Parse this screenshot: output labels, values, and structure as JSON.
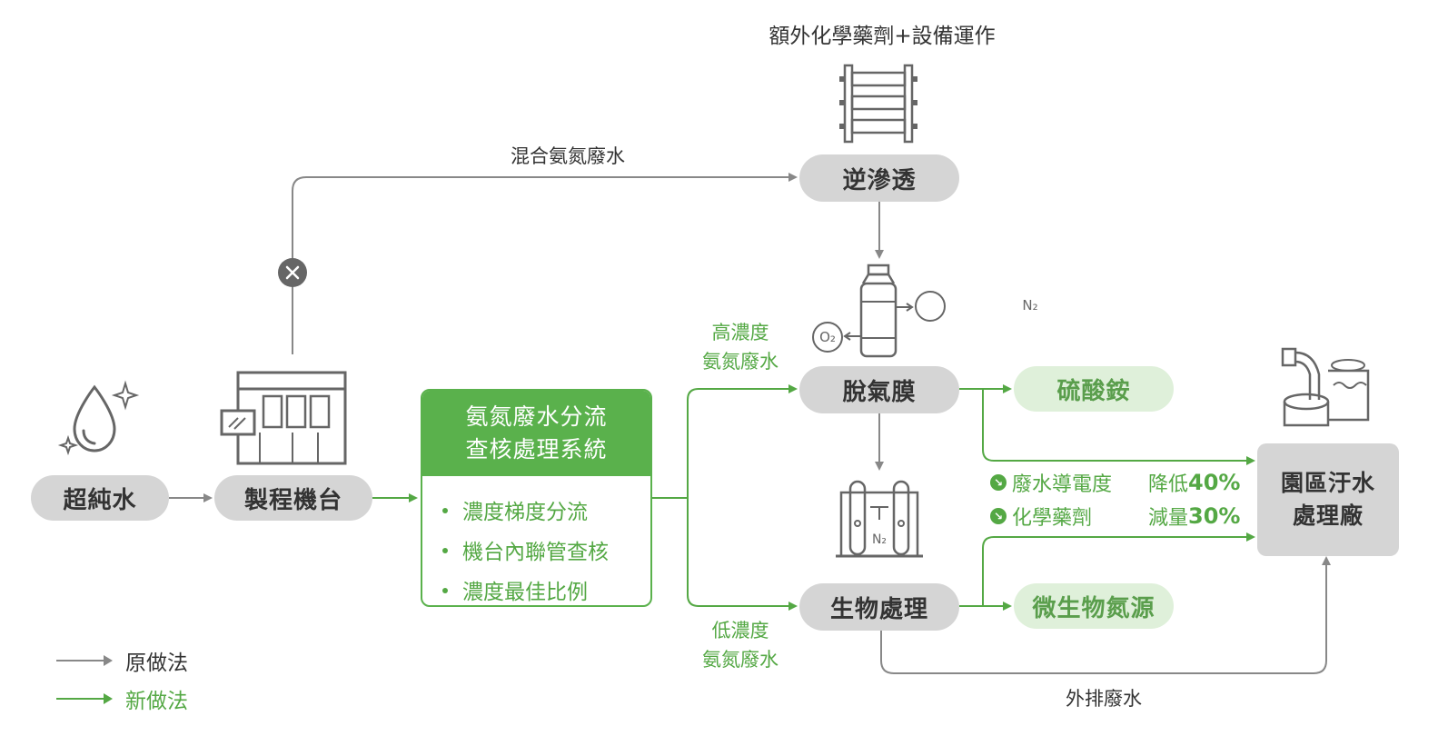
{
  "nodes": {
    "ultrapure_water": "超純水",
    "process_tool": "製程機台",
    "reverse_osmosis": "逆滲透",
    "degassing_membrane": "脫氣膜",
    "bio_treatment": "生物處理",
    "ammonium_sulfate": "硫酸銨",
    "microbial_nitrogen": "微生物氮源",
    "park_plant_line1": "園區汙水",
    "park_plant_line2": "處理廠"
  },
  "system_box": {
    "title_line1": "氨氮廢水分流",
    "title_line2": "查核處理系統",
    "items": [
      "濃度梯度分流",
      "機台內聯管查核",
      "濃度最佳比例"
    ]
  },
  "labels": {
    "extra_chemicals": "額外化學藥劑+設備運作",
    "mixed_wastewater": "混合氨氮廢水",
    "high_conc_line1": "高濃度",
    "high_conc_line2": "氨氮廢水",
    "low_conc_line1": "低濃度",
    "low_conc_line2": "氨氮廢水",
    "discharge": "外排廢水",
    "n2_label": "N₂",
    "o2_label": "O₂",
    "n2_tank_label": "N₂"
  },
  "results": [
    {
      "item": "廢水導電度",
      "change": "降低",
      "percent": "40%"
    },
    {
      "item": "化學藥劑",
      "change": "減量",
      "percent": "30%"
    }
  ],
  "legend": [
    {
      "label": "原做法",
      "color": "#888888"
    },
    {
      "label": "新做法",
      "color": "#54a844"
    }
  ],
  "colors": {
    "green": "#54a844",
    "green_fill": "#5ab14c",
    "gray_line": "#888888",
    "pill_gray": "#d5d5d5",
    "pill_light_green": "#dff0da"
  }
}
